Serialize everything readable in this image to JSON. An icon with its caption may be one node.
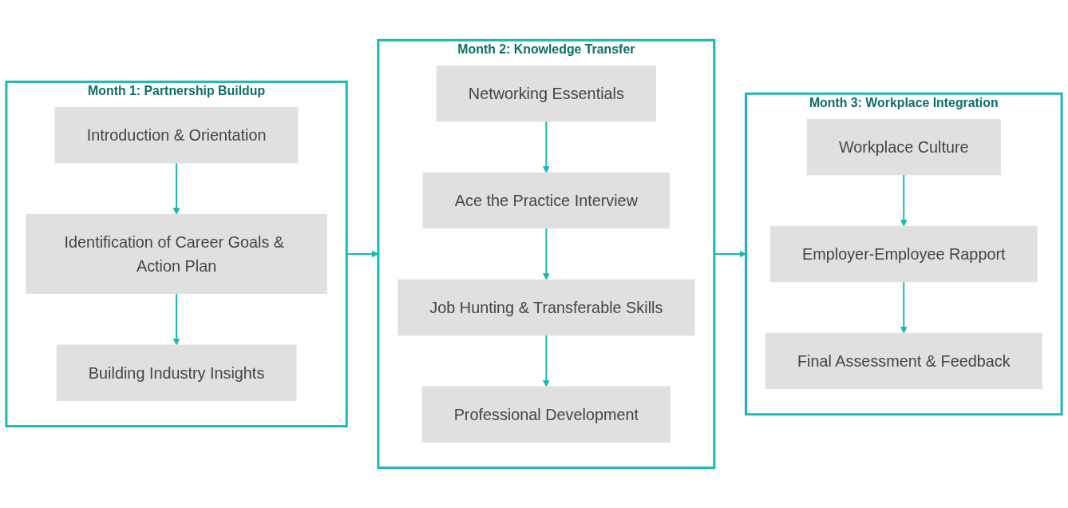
{
  "diagram": {
    "nodes": [
      {
        "text": [
          "Month 1: Partnership Buildup"
        ]
      },
      {
        "text": [
          "Introduction & Orientation"
        ],
        "in": 0
      },
      {
        "text": [
          "Identification of Career Goals & Action Plan"
        ],
        "in": 0
      },
      {
        "text": [
          "Building Industry Insights"
        ],
        "in": 0
      },
      {
        "text": [
          "Month 2: Knowledge Transfer"
        ]
      },
      {
        "text": [
          "Networking Essentials"
        ],
        "in": 4
      },
      {
        "text": [
          "Ace the Practice Interview"
        ],
        "in": 4
      },
      {
        "text": [
          "Job Hunting & Transferable Skills"
        ],
        "in": 4
      },
      {
        "text": [
          "Professional Development"
        ],
        "in": 4
      },
      {
        "text": [
          "Month 3: Workplace Integration"
        ]
      },
      {
        "text": [
          "Workplace Culture"
        ],
        "in": 9
      },
      {
        "text": [
          "Employer-Employee Rapport"
        ],
        "in": 9
      },
      {
        "text": [
          "Final Assessment & Feedback"
        ],
        "in": 9
      }
    ],
    "edges": [
      {
        "from": 0,
        "to": 4,
        "arrow": "to"
      },
      {
        "from": 4,
        "to": 9,
        "arrow": "to"
      },
      {
        "from": 1,
        "to": 2,
        "arrow": "to"
      },
      {
        "from": 2,
        "to": 3,
        "arrow": "to"
      },
      {
        "from": 5,
        "to": 6,
        "arrow": "to"
      },
      {
        "from": 6,
        "to": 7,
        "arrow": "to"
      },
      {
        "from": 7,
        "to": 8,
        "arrow": "to"
      },
      {
        "from": 10,
        "to": 11,
        "arrow": "to"
      },
      {
        "from": 11,
        "to": 12,
        "arrow": "to"
      }
    ]
  }
}
